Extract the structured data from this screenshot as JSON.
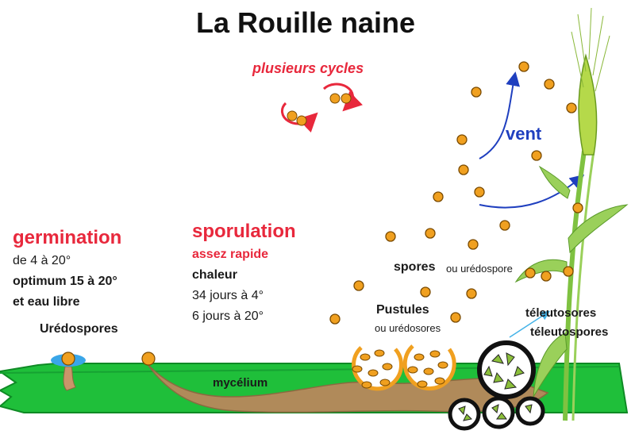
{
  "title": "La Rouille naine",
  "labels": {
    "cycles": "plusieurs cycles",
    "vent": "vent",
    "germination": {
      "heading": "germination",
      "line1": "de 4 à 20°",
      "line2": "optimum 15 à 20°",
      "line3": "et eau libre"
    },
    "uredospores": "Urédospores",
    "sporulation": {
      "heading": "sporulation",
      "sub": "assez rapide",
      "line1": "chaleur",
      "line2": "34 jours à 4°",
      "line3": "6 jours  à 20°"
    },
    "spores": "spores",
    "spores_alt": "ou urédospore",
    "pustules": "Pustules",
    "pustules_alt": "ou urédosores",
    "teleutosores": "téleutosores",
    "teleutospores": "téleutospores",
    "mycelium": "mycélium"
  },
  "colors": {
    "title": "#111111",
    "accent_red": "#e8283c",
    "wind_blue": "#1f3fbf",
    "leaf_green": "#1fbf3a",
    "leaf_dark": "#0f8a25",
    "mycelium_brown": "#b08a5a",
    "spore_orange": "#f0a020",
    "pustule_ring": "#f0a020",
    "teleuto_ring": "#111111",
    "water_blue": "#3aa6e8",
    "wheat_green": "#7fc241"
  }
}
